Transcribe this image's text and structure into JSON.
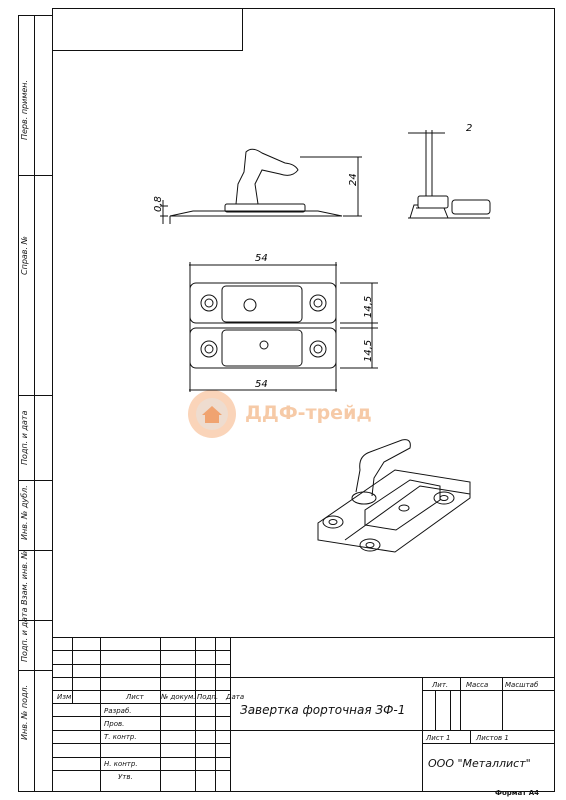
{
  "side_labels": [
    "Перв. примен.",
    "Справ. №",
    "Подп. и дата",
    "Инв. № дубл.",
    "Взам. инв. №",
    "Подп. и дата",
    "Инв. № подл."
  ],
  "title_block": {
    "izm": "Изм",
    "list": "Лист",
    "doc_no": "№ докум.",
    "podp": "Подп.",
    "data": "Дата",
    "razrab": "Разраб.",
    "prov": "Пров.",
    "t_kontr": "Т. контр.",
    "n_kontr": "Н. контр.",
    "utv": "Утв.",
    "title": "Завертка форточная ЗФ-1",
    "lit": "Лит.",
    "massa": "Масса",
    "masshtab": "Масштаб",
    "sheet": "Лист 1",
    "sheets": "Листов 1",
    "company": "ООО \"Металлист\""
  },
  "format": "Формат А4",
  "watermark": {
    "text": "ДДФ-трейд",
    "color": "#f0a060"
  },
  "dimensions": {
    "thickness": "0,8",
    "height": "24",
    "side_width": "2",
    "width_top": "54",
    "width_bottom": "54",
    "half_height_top": "14,5",
    "half_height_bottom": "14,5"
  }
}
